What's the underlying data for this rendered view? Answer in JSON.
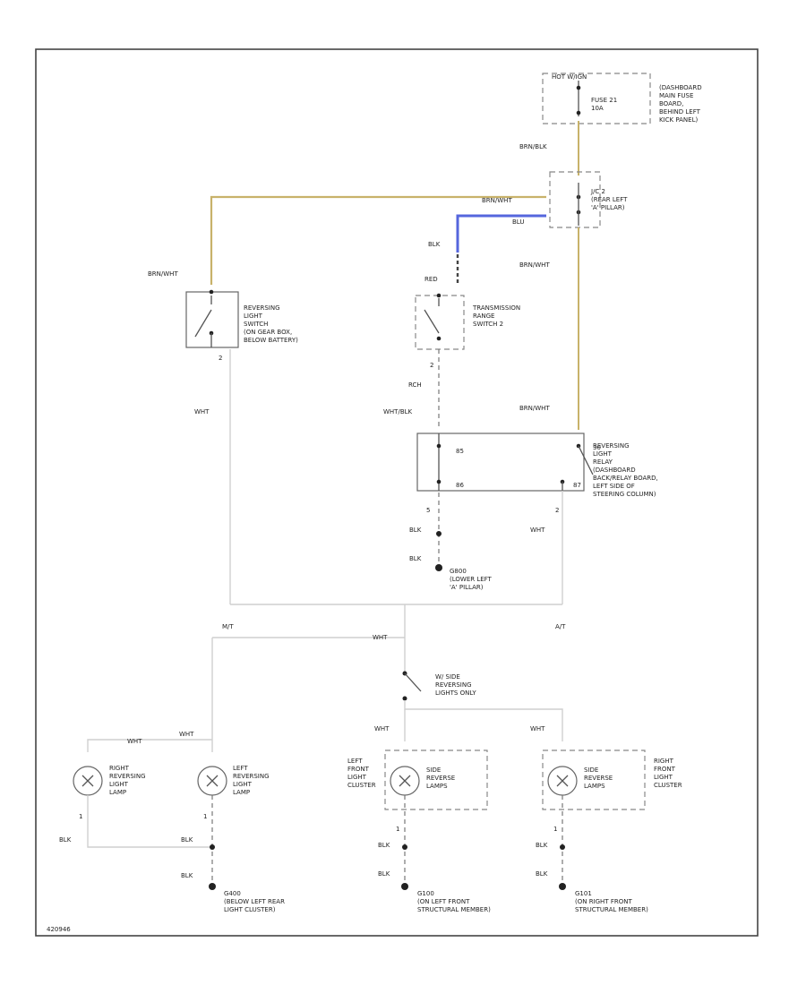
{
  "colors": {
    "wire_brn_wht": "#c8b26a",
    "wire_blu": "#5566dd",
    "wire_default": "#cfcfcf"
  },
  "labels": {
    "hot_source": "HOT W/IGN",
    "fuse": "FUSE 21\n10A",
    "fuse_box": "(DASHBOARD\nMAIN FUSE\nBOARD,\nBEHIND LEFT\nKICK PANEL)",
    "wire_brn_blk": "BRN/BLK",
    "jc2": "J/C 2\n(REAR LEFT\n'A' PILLAR)",
    "wire_brn_wht_1": "BRN/WHT",
    "wire_brn_wht_2": "BRN/WHT",
    "wire_brn_wht_3": "BRN/WHT",
    "wire_brn_wht_4": "BRN/WHT",
    "wire_blu": "BLU",
    "wire_blk_top": "BLK",
    "wire_red": "RED",
    "rev_switch": "REVERSING\nLIGHT\nSWITCH\n(ON GEAR BOX,\nBELOW BATTERY)",
    "trans_switch": "TRANSMISSION\nRANGE\nSWITCH 2",
    "pin_2_rev": "2",
    "pin_2_trans": "2",
    "wire_red_lower": "RCH",
    "wire_wht_left": "WHT",
    "wire_wht_blk": "WHT/BLK",
    "relay_label": "REVERSING\nLIGHT\nRELAY\n(DASHBOARD\nBACK/RELAY BOARD,\nLEFT SIDE OF\nSTEERING COLUMN)",
    "relay_pin_85": "85",
    "relay_pin_86": "86",
    "relay_pin_30": "30",
    "relay_pin_87": "87",
    "pin_5": "5",
    "pin_2_relay": "2",
    "wire_blk_1": "BLK",
    "wire_blk_2": "BLK",
    "wire_wht_relay": "WHT",
    "ground_g800": "G800\n(LOWER LEFT\n'A' PILLAR)",
    "mt": "M/T",
    "at": "A/T",
    "wire_wht_mid": "WHT",
    "side_switch": "W/ SIDE\nREVERSING\nLIGHTS ONLY",
    "wire_wht_l1": "WHT",
    "wire_wht_l2": "WHT",
    "wire_wht_side_l": "WHT",
    "wire_wht_side_r": "WHT",
    "lamp_right": "RIGHT\nREVERSING\nLIGHT\nLAMP",
    "lamp_left": "LEFT\nREVERSING\nLIGHT\nLAMP",
    "lamp_left_pin": "1",
    "lamp_right_pin": "1",
    "front_left_cluster": "LEFT\nFRONT\nLIGHT\nCLUSTER",
    "side_rev_l": "SIDE\nREVERSE\nLAMPS",
    "side_rev_r": "SIDE\nREVERSE\nLAMPS",
    "front_right_cluster": "RIGHT\nFRONT\nLIGHT\nCLUSTER",
    "blk_a": "BLK",
    "blk_b": "BLK",
    "blk_c": "BLK",
    "blk_d": "BLK",
    "blk_e": "BLK",
    "blk_f": "BLK",
    "blk_g": "BLK",
    "pin_side_l": "1",
    "pin_side_r": "1",
    "ground_g400": "G400\n(BELOW LEFT REAR\nLIGHT CLUSTER)",
    "ground_g100": "G100\n(ON LEFT FRONT\nSTRUCTURAL MEMBER)",
    "ground_g101": "G101\n(ON RIGHT FRONT\nSTRUCTURAL MEMBER)",
    "figure_id": "420946"
  }
}
